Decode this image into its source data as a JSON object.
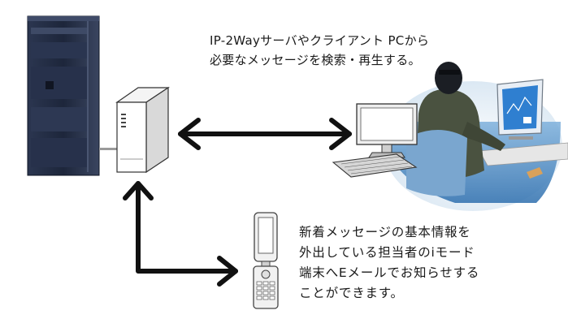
{
  "captions": {
    "top": [
      "IP-2Wayサーバやクライアント PCから",
      "必要なメッセージを検索・再生する。"
    ],
    "bottom": [
      "新着メッセージの基本情報を",
      "外出している担当者のiモード",
      "端末へEメールでお知らせする",
      "ことができます。"
    ]
  },
  "icons": {
    "rack": "server-rack-icon",
    "tower": "server-tower-icon",
    "phone": "flip-phone-icon",
    "operator": "pc-operator-icon"
  },
  "colors": {
    "arrow": "#111111",
    "rack": "#1f2a44",
    "operator_bg": "#5a8fbf",
    "screen": "#2f7fd0"
  }
}
